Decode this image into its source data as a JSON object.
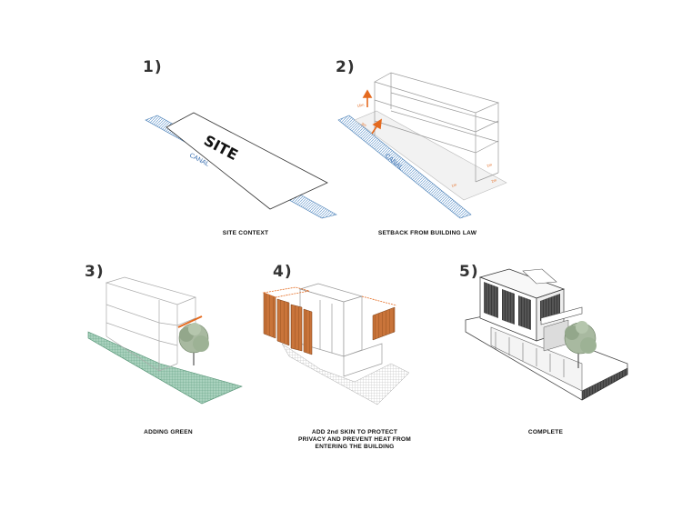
{
  "steps": [
    {
      "number": "1)",
      "caption": [
        "SITE CONTEXT"
      ],
      "site_label": "SITE",
      "canal_label": "CANAL"
    },
    {
      "number": "2)",
      "caption": [
        "SETBACK FROM BUILDING LAW"
      ],
      "canal_label": "CANAL",
      "dim_labels": [
        "16m",
        "3m",
        "2m",
        "1m",
        "2m"
      ]
    },
    {
      "number": "3)",
      "caption": [
        "ADDING GREEN"
      ]
    },
    {
      "number": "4)",
      "caption": [
        "ADD 2nd SKIN TO PROTECT",
        "PRIVACY AND PREVENT HEAT FROM",
        "ENTERING THE BUILDING"
      ]
    },
    {
      "number": "5)",
      "caption": [
        "COMPLETE"
      ]
    }
  ],
  "colors": {
    "orange": "#e46a1f",
    "canal": "#5b8fc4",
    "green": "#5f9f80",
    "skin": "#b9642e"
  }
}
